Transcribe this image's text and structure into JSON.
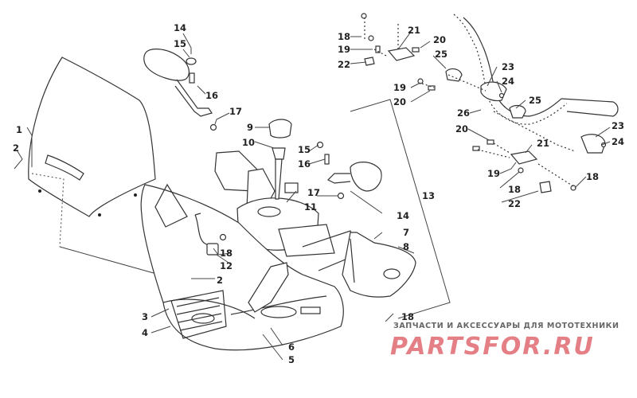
{
  "callouts": {
    "c1": "1",
    "c2a": "2",
    "c2b": "2",
    "c3": "3",
    "c4": "4",
    "c5": "5",
    "c6": "6",
    "c7": "7",
    "c8": "8",
    "c9": "9",
    "c10": "10",
    "c11": "11",
    "c12": "12",
    "c13": "13",
    "c14a": "14",
    "c14b": "14",
    "c15a": "15",
    "c15b": "15",
    "c16a": "16",
    "c16b": "16",
    "c17a": "17",
    "c17b": "17",
    "c18a": "18",
    "c18b": "18",
    "c18c": "18",
    "c18d": "18",
    "c18e": "18",
    "c19a": "19",
    "c19b": "19",
    "c19c": "19",
    "c20a": "20",
    "c20b": "20",
    "c20c": "20",
    "c21a": "21",
    "c21b": "21",
    "c22a": "22",
    "c22b": "22",
    "c23a": "23",
    "c23b": "23",
    "c24a": "24",
    "c24b": "24",
    "c25a": "25",
    "c25b": "25",
    "c26": "26"
  },
  "watermark": {
    "tagline": "ЗАПЧАСТИ И АКСЕССУАРЫ ДЛЯ МОТОТЕХНИКИ",
    "logo": "PARTSFOR.RU"
  },
  "colors": {
    "line": "#333333",
    "watermark_logo": "#e57f86",
    "watermark_text": "#666666"
  }
}
